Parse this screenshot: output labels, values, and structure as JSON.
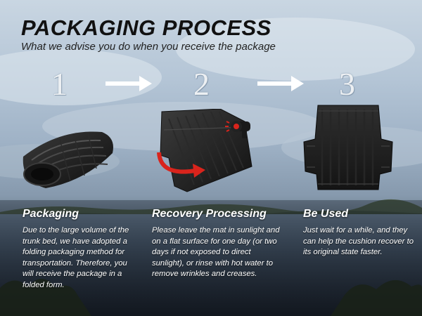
{
  "header": {
    "title": "PACKAGING PROCESS",
    "subtitle": "What we advise you do when you receive the package"
  },
  "steps": [
    {
      "number": "1",
      "icon": "folded-mat-icon",
      "title": "Packaging",
      "text": "Due to the large volume of the trunk bed, we have adopted a folding packaging method for transportation. Therefore, you will receive the package in a folded form."
    },
    {
      "number": "2",
      "icon": "flattening-mat-icon",
      "title": "Recovery Processing",
      "text": "Please leave the mat in sunlight and on a flat surface for one day (or two days if not exposed to direct sunlight), or rinse with hot water to remove wrinkles and creases."
    },
    {
      "number": "3",
      "icon": "flat-mat-icon",
      "title": "Be Used",
      "text": "Just wait for a  while, and they can help the cushion recover to its original state faster."
    }
  ],
  "colors": {
    "title": "#111111",
    "accent_red": "#d9241c",
    "mat": "#1c1c1c",
    "arrow": "#ffffff"
  }
}
